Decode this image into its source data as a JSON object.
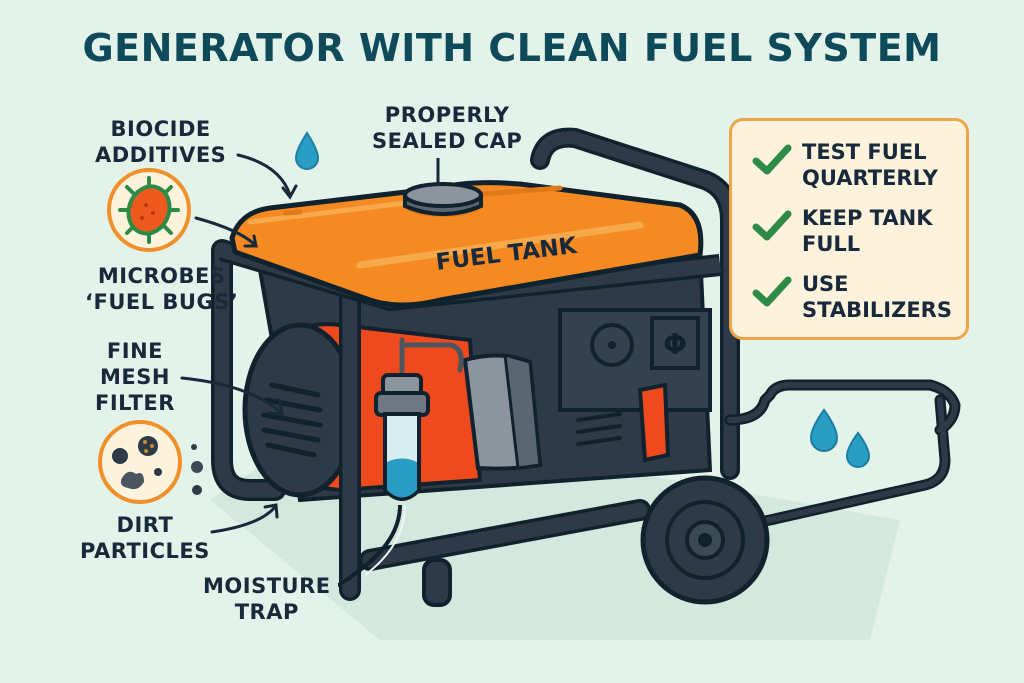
{
  "title": "GENERATOR WITH CLEAN FUEL SYSTEM",
  "labels": {
    "biocide": [
      "BIOCIDE",
      "ADDITIVES"
    ],
    "microbes": [
      "MICROBES",
      "‘FUEL BUGS’"
    ],
    "filter": [
      "FINE",
      "MESH",
      "FILTER"
    ],
    "dirt": [
      "DIRT",
      "PARTICLES"
    ],
    "moisture": [
      "MOISTURE",
      "TRAP"
    ],
    "cap": [
      "PROPERLY",
      "SEALED CAP"
    ],
    "tank": "FUEL TANK"
  },
  "checklist": [
    {
      "icon": "checkmark-icon",
      "lines": [
        "TEST FUEL",
        "QUARTERLY"
      ]
    },
    {
      "icon": "checkmark-icon",
      "lines": [
        "KEEP TANK",
        "FULL"
      ]
    },
    {
      "icon": "checkmark-icon",
      "lines": [
        "USE",
        "STABILIZERS"
      ]
    }
  ],
  "colors": {
    "background": "#e3f3ea",
    "title": "#0f4a5a",
    "tank_orange": "#f58a22",
    "motor_red": "#ee4a1e",
    "frame_dark": "#2e3a47",
    "outline": "#10222e",
    "water_blue": "#2a9dc4",
    "check_green": "#2e8b47",
    "callout_border": "#f0a44a",
    "callout_bg": "#fdf3dc"
  }
}
